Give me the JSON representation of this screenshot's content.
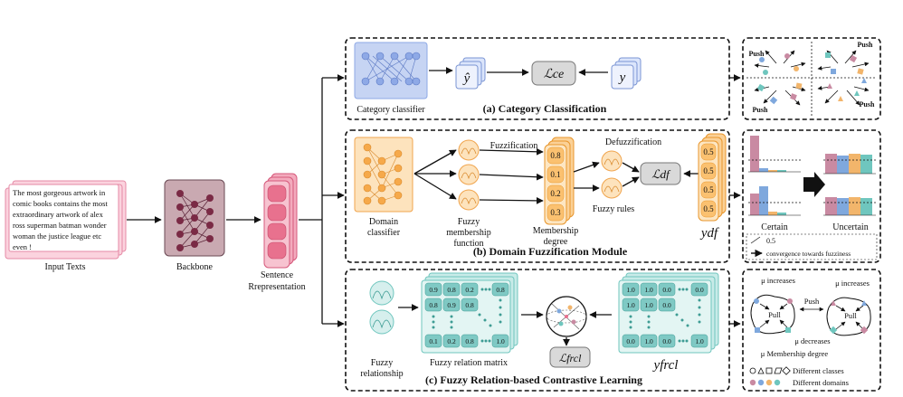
{
  "input": {
    "text": [
      "The most gorgeous artwork in",
      "comic books contains the most",
      "extraordinary artwork of alex",
      "ross superman batman wonder",
      "woman the justice league etc",
      "even !"
    ],
    "label": "Input Texts"
  },
  "backbone": {
    "label": "Backbone"
  },
  "sentence": {
    "label_1": "Sentence",
    "label_2": "Rrepresentation"
  },
  "module_a": {
    "title": "(a) Category Classification",
    "classifier_label": "Category classifier",
    "yhat": "ŷ",
    "loss": "ℒce",
    "y": "y"
  },
  "module_b": {
    "title": "(b) Domain Fuzzification Module",
    "domain_classifier_1": "Domain",
    "domain_classifier_2": "classifier",
    "fuzzification": "Fuzzification",
    "fuzzy_mf_1": "Fuzzy",
    "fuzzy_mf_2": "membership",
    "fuzzy_mf_3": "function",
    "membership_values": [
      "0.8",
      "0.1",
      "0.2",
      "0.3"
    ],
    "membership_label_1": "Membership",
    "membership_label_2": "degree",
    "defuzzification": "Defuzzification",
    "fuzzy_rules": "Fuzzy rules",
    "loss": "ℒdf",
    "ydf_values": [
      "0.5",
      "0.5",
      "0.5",
      "0.5"
    ],
    "ydf": "ydf"
  },
  "module_c": {
    "title": "(c) Fuzzy Relation-based Contrastive Learning",
    "fuzzy_rel_1": "Fuzzy",
    "fuzzy_rel_2": "relationship",
    "matrix_label": "Fuzzy relation matrix",
    "matrix_top": [
      "0.9",
      "0.8",
      "0.2",
      "0.8"
    ],
    "matrix_second": [
      "0.8",
      "0.9",
      "0.8"
    ],
    "matrix_bottom": [
      "0.1",
      "0.2",
      "0.8",
      "1.0"
    ],
    "loss": "ℒfrcl",
    "target_top": [
      "1.0",
      "1.0",
      "0.0",
      "0.0"
    ],
    "target_second": [
      "1.0",
      "1.0",
      "0.0"
    ],
    "target_bottom": [
      "0.0",
      "1.0",
      "0.0",
      "1.0"
    ],
    "yfrcl": "yfrcl"
  },
  "right_a": {
    "push_1": "Push",
    "push_2": "Push",
    "push_3": "Push",
    "push_4": "Push"
  },
  "right_b": {
    "certain": "Certain",
    "uncertain": "Uncertain",
    "legend_value": "0.5",
    "legend_arrow": "convergence towards fuzziness"
  },
  "right_c": {
    "mu_inc_1": "μ increases",
    "mu_inc_2": "μ increases",
    "push": "Push",
    "pull_1": "Pull",
    "pull_2": "Pull",
    "mu_dec": "μ decreases",
    "mu_membership": "μ Membership degree",
    "different_classes": "Different classes",
    "different_domains": "Different domains"
  },
  "colors": {
    "input_pink": "#f4a7bd",
    "backbone": "#c9a9b1",
    "backbone_node": "#7a2a45",
    "sentence": "#e8718e",
    "category_blue": "#c6d4f3",
    "node_blue": "#8ea9e6",
    "domain_orange": "#fcd49a",
    "node_orange": "#f6a94a",
    "teal": "#7fc9c4",
    "bar_pink": "#c98aa2",
    "bar_blue": "#7fa8dd",
    "bar_orange": "#f2b56b",
    "bar_teal": "#6fc6be"
  }
}
